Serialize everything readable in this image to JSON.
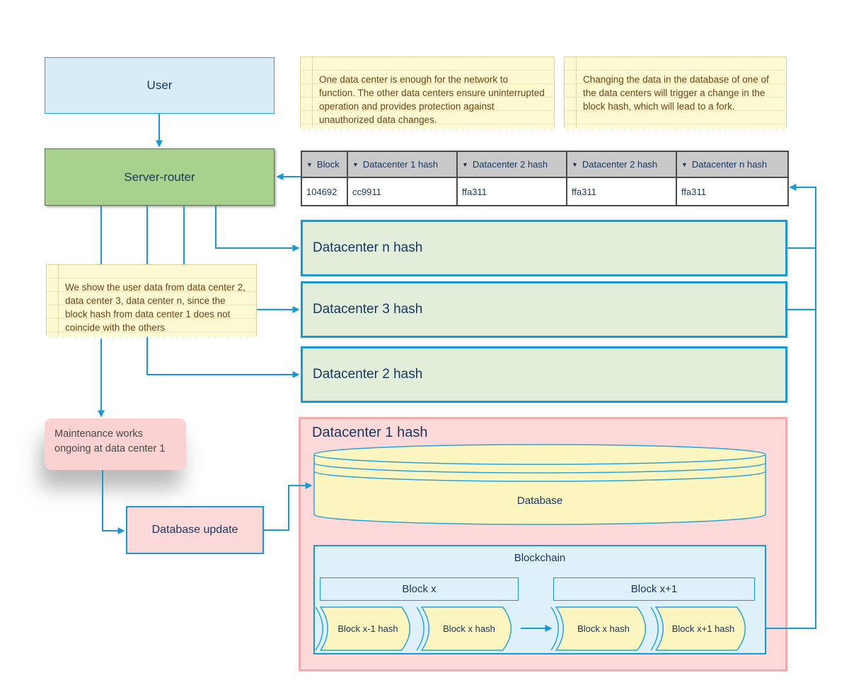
{
  "colors": {
    "connector": "#1899d5",
    "user_fill": "#d8ecf8",
    "server_fill": "#a9d18e",
    "green_box_fill": "#e3eeda",
    "note_fill": "#fdf9d2",
    "note_text": "#6e4212",
    "pink_panel_fill": "#fdd9d9",
    "pink_note_fill": "#fbd2d2",
    "yellow_fill": "#fcf5bf",
    "blue_fill": "#def1fb",
    "table_header_fill": "#c9c9c9",
    "text": "#17365d"
  },
  "nodes": {
    "user": {
      "label": "User"
    },
    "server_router": {
      "label": "Server-router"
    },
    "note_network": {
      "text": "One data center is enough for the network to function. The other data centers ensure uninterrupted operation and provides protection against unauthorized data changes."
    },
    "note_fork": {
      "text": "Changing the data in the database of one of the data centers will trigger a change in the block hash, which will lead to a fork."
    },
    "note_show_user": {
      "text": "We show the user data from data center 2, data center 3, data center n, since the block hash from data center 1 does not coincide with the others"
    },
    "maintenance": {
      "text": "Maintenance works ongoing at data center 1"
    },
    "database_update": {
      "label": "Database update"
    },
    "hash_boxes": [
      "Datacenter n hash",
      "Datacenter 3 hash",
      "Datacenter 2 hash"
    ],
    "datacenter_1": {
      "title": "Datacenter 1 hash",
      "database_label": "Database",
      "blockchain": {
        "title": "Blockchain",
        "blocks": [
          "Block x",
          "Block x+1"
        ],
        "hashes": [
          "Block x-1 hash",
          "Block x hash",
          "Block x hash",
          "Block x+1 hash"
        ]
      }
    }
  },
  "table": {
    "sort_icon": "▼",
    "headers": [
      "Block",
      "Datacenter 1 hash",
      "Datacenter 2 hash",
      "Datacenter 2 hash",
      "Datacenter n hash"
    ],
    "row": [
      "104692",
      "cc9911",
      "ffa311",
      "ffa311",
      "ffa311"
    ]
  }
}
